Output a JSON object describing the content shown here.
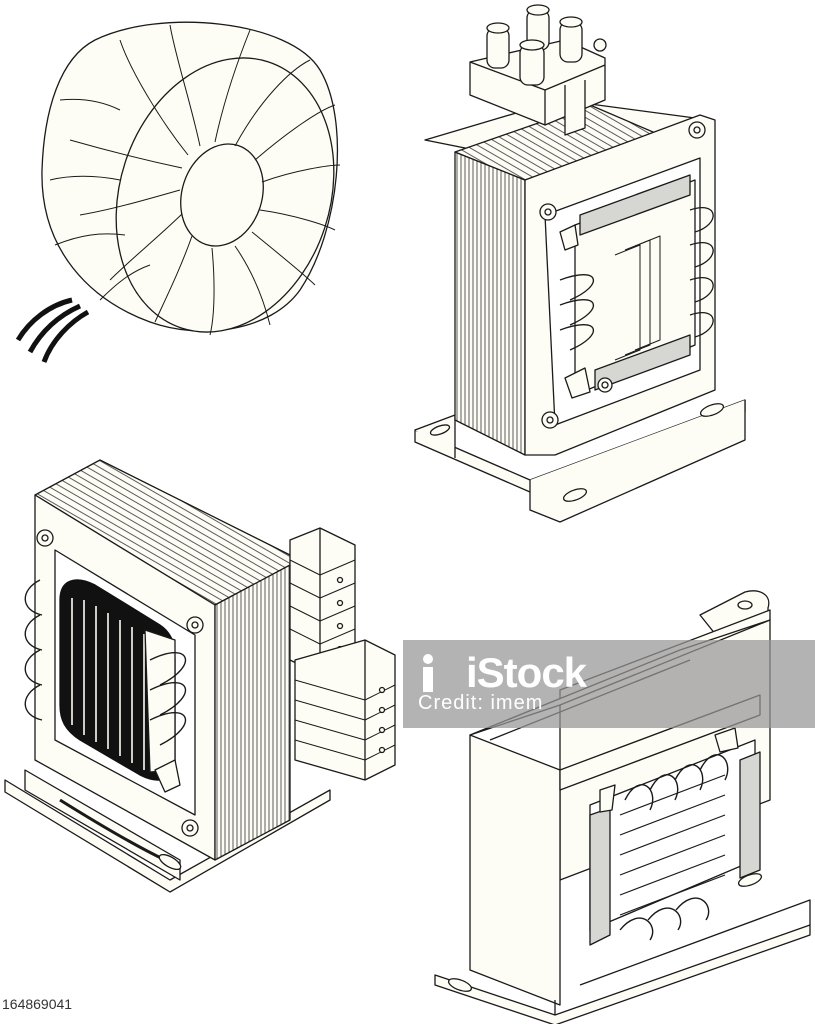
{
  "image": {
    "subject": "Isometric line drawings of four electrical transformers on white background",
    "colors": {
      "fill": "#fdfcf5",
      "stroke": "#1a1a1a",
      "lamination_gray": "#d6d6d2",
      "watermark_band": "#969696"
    }
  },
  "watermark": {
    "brand": "iStock",
    "credit": "Credit: imem"
  },
  "stock_id": "164869041"
}
